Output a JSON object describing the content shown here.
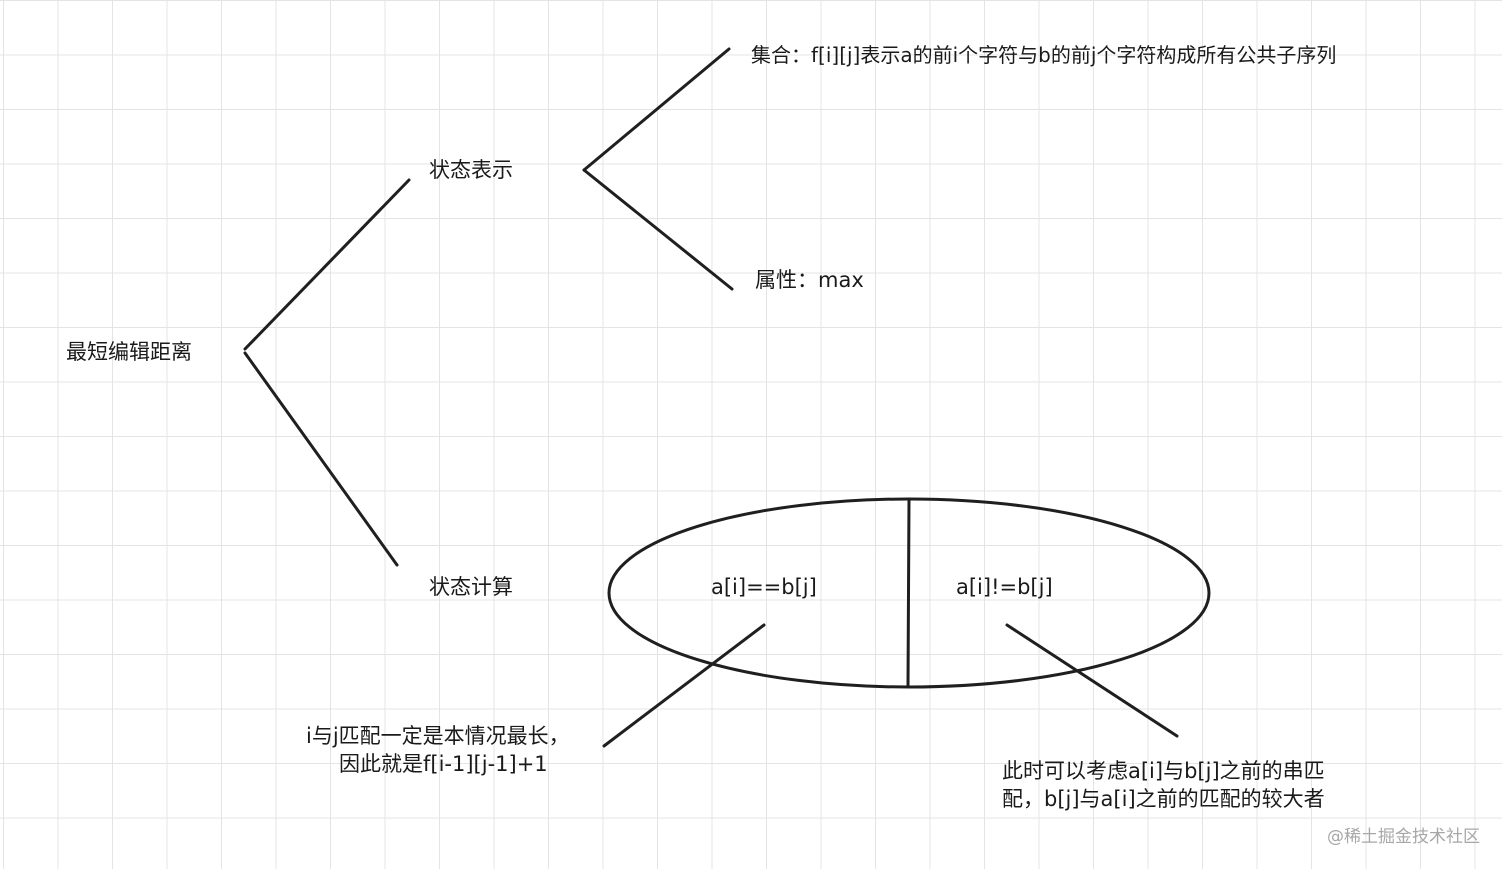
{
  "nodes": {
    "root": "最短编辑距离",
    "state_repr": "状态表示",
    "state_calc": "状态计算",
    "set_def": "集合：f[i][j]表示a的前i个字符与b的前j个字符构成所有公共子序列",
    "attribute": "属性：max",
    "case_equal": "a[i]==b[j]",
    "case_not_equal": "a[i]!=b[j]"
  },
  "notes": {
    "equal_note": {
      "line1": "i与j匹配一定是本情况最长，",
      "line2": "因此就是f[i-1][j-1]+1"
    },
    "not_equal_note": {
      "line1": "此时可以考虑a[i]与b[j]之前的串匹",
      "line2": "配，b[j]与a[i]之前的匹配的较大者"
    }
  },
  "watermark": "@稀土掘金技术社区",
  "colors": {
    "stroke": "#1f1f1f",
    "grid": "#e4e4e4",
    "text": "#1a1a1a",
    "watermark": "#a7a7a7"
  }
}
